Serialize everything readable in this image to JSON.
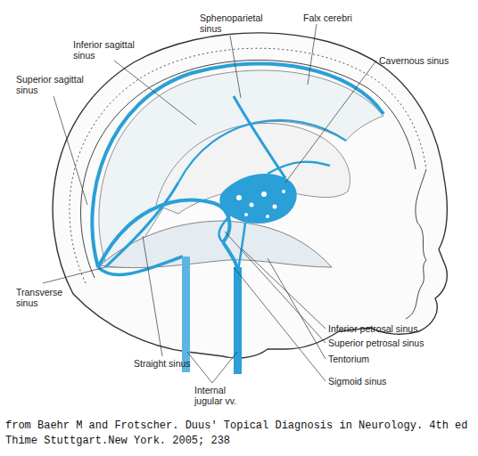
{
  "diagram": {
    "caption": "from Baehr M and Frotscher. Duus' Topical Diagnosis in Neurology. 4th ed Thime Stuttgart.New York. 2005; 238",
    "labels": [
      "Sphenoparietal sinus",
      "Falx cerebri",
      "Inferior sagittal sinus",
      "Cavernous sinus",
      "Superior sagittal sinus",
      "Transverse sinus",
      "Straight sinus",
      "Internal jugular vv.",
      "Inferior petrosal sinus",
      "Superior petrosal sinus",
      "Tentorium",
      "Sigmoid sinus"
    ]
  }
}
